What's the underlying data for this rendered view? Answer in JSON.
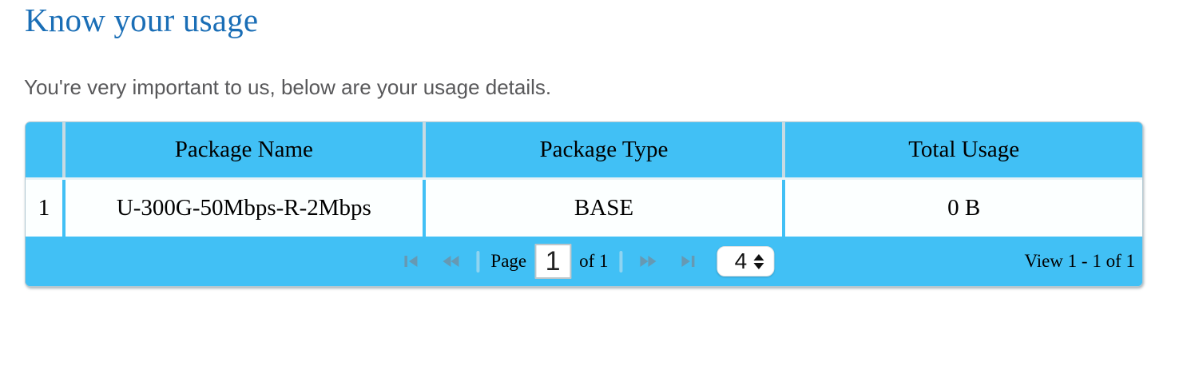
{
  "page": {
    "title": "Know your usage",
    "subtitle": "You're very important to us, below are your usage details."
  },
  "table": {
    "columns": [
      "",
      "Package Name",
      "Package Type",
      "Total Usage"
    ],
    "rows": [
      {
        "row_number": "1",
        "package_name": "U-300G-50Mbps-R-2Mbps",
        "package_type": "BASE",
        "total_usage": "0 B"
      }
    ]
  },
  "pager": {
    "icons": {
      "first": "seek-first-icon",
      "prev": "seek-prev-icon",
      "next": "seek-next-icon",
      "last": "seek-last-icon",
      "page_size_stepper": "up-down-stepper-icon"
    },
    "page_label": "Page",
    "page_input_value": "1",
    "of_label": "of 1",
    "page_size_value": "4",
    "view_status": "View 1 - 1 of 1"
  },
  "colors": {
    "title_blue": "#1a6eb6",
    "subtitle_gray": "#58585a",
    "grid_blue": "#41c0f5",
    "cell_bg": "#fcffff",
    "header_separator": "#c8dae2",
    "pager_icon_blue": "#6699b3",
    "border": "#b2c8d2"
  }
}
